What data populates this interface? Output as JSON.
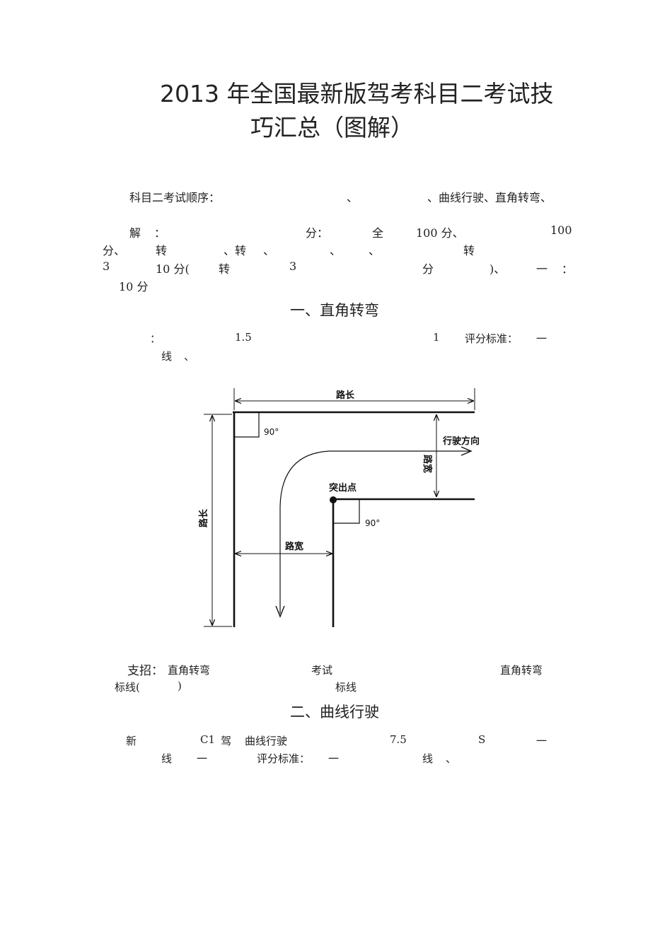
{
  "title": {
    "line1": "2013 年全国最新版驾考科目二考试技",
    "line2": "巧汇总（图解）"
  },
  "order_para": {
    "label": "科目二考试顺序：",
    "f1": "、",
    "f2": "、曲线行驶、直角转弯、"
  },
  "scoring_para": {
    "r1": [
      "解",
      "：",
      "分：",
      "全",
      "100 分、",
      "100"
    ],
    "r2": [
      "分、",
      "转",
      "、转",
      "、",
      "、",
      "、",
      "转"
    ],
    "r3": [
      "3",
      "10 分(",
      "转",
      "3",
      "分",
      ")、",
      "一",
      "："
    ],
    "r4": [
      "10 分"
    ]
  },
  "section1": {
    "heading": "一、直角转弯",
    "p1": [
      "：",
      "1.5",
      "1",
      "评分标准：",
      "一"
    ],
    "p2": [
      "线",
      "、"
    ]
  },
  "diagram": {
    "road_length_top": "路长",
    "road_length_left": "路长",
    "road_width_right": "路宽",
    "road_width_bottom": "路宽",
    "direction": "行驶方向",
    "point": "突出点",
    "angle1": "90°",
    "angle2": "90°"
  },
  "tips": {
    "label": "支招：",
    "a1": "直角转弯",
    "a2": "考试",
    "a3": "直角转弯",
    "b1": "标线(",
    "b2": ")",
    "b3": "标线"
  },
  "section2": {
    "heading": "二、曲线行驶",
    "p1": [
      "新",
      "C1",
      "驾",
      "曲线行驶",
      "7.5",
      "S",
      "一"
    ],
    "p2": [
      "线",
      "一",
      "评分标准：",
      "一",
      "线",
      "、"
    ]
  }
}
